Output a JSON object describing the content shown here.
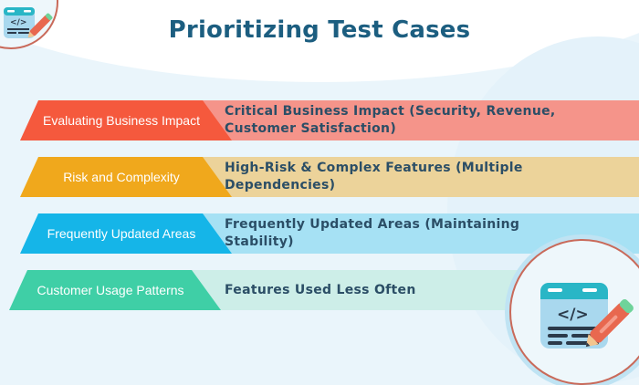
{
  "title": "Prioritizing Test Cases",
  "rows": [
    {
      "label": "Evaluating Business Impact",
      "description": "Critical Business Impact (Security, Revenue, Customer Satisfaction)",
      "accent_color": "#f5593d",
      "band_color": "#f5948a"
    },
    {
      "label": "Risk and Complexity",
      "description": "High-Risk & Complex Features (Multiple Dependencies)",
      "accent_color": "#f0a81c",
      "band_color": "#ecd39a"
    },
    {
      "label": "Frequently Updated Areas",
      "description": "Frequently Updated Areas (Maintaining Stability)",
      "accent_color": "#15b5e8",
      "band_color": "#a6e1f4"
    },
    {
      "label": "Customer Usage Patterns",
      "description": "Features Used Less Often",
      "accent_color": "#3fcfa6",
      "band_color": "#cdeee8"
    }
  ],
  "icons": {
    "top_left": "code-window-pencil-icon",
    "bottom_right": "code-window-pencil-icon",
    "code_glyph": "</>"
  },
  "colors": {
    "title": "#1c5e80",
    "background": "#eaf5fb",
    "description_text": "#2b4e66"
  }
}
